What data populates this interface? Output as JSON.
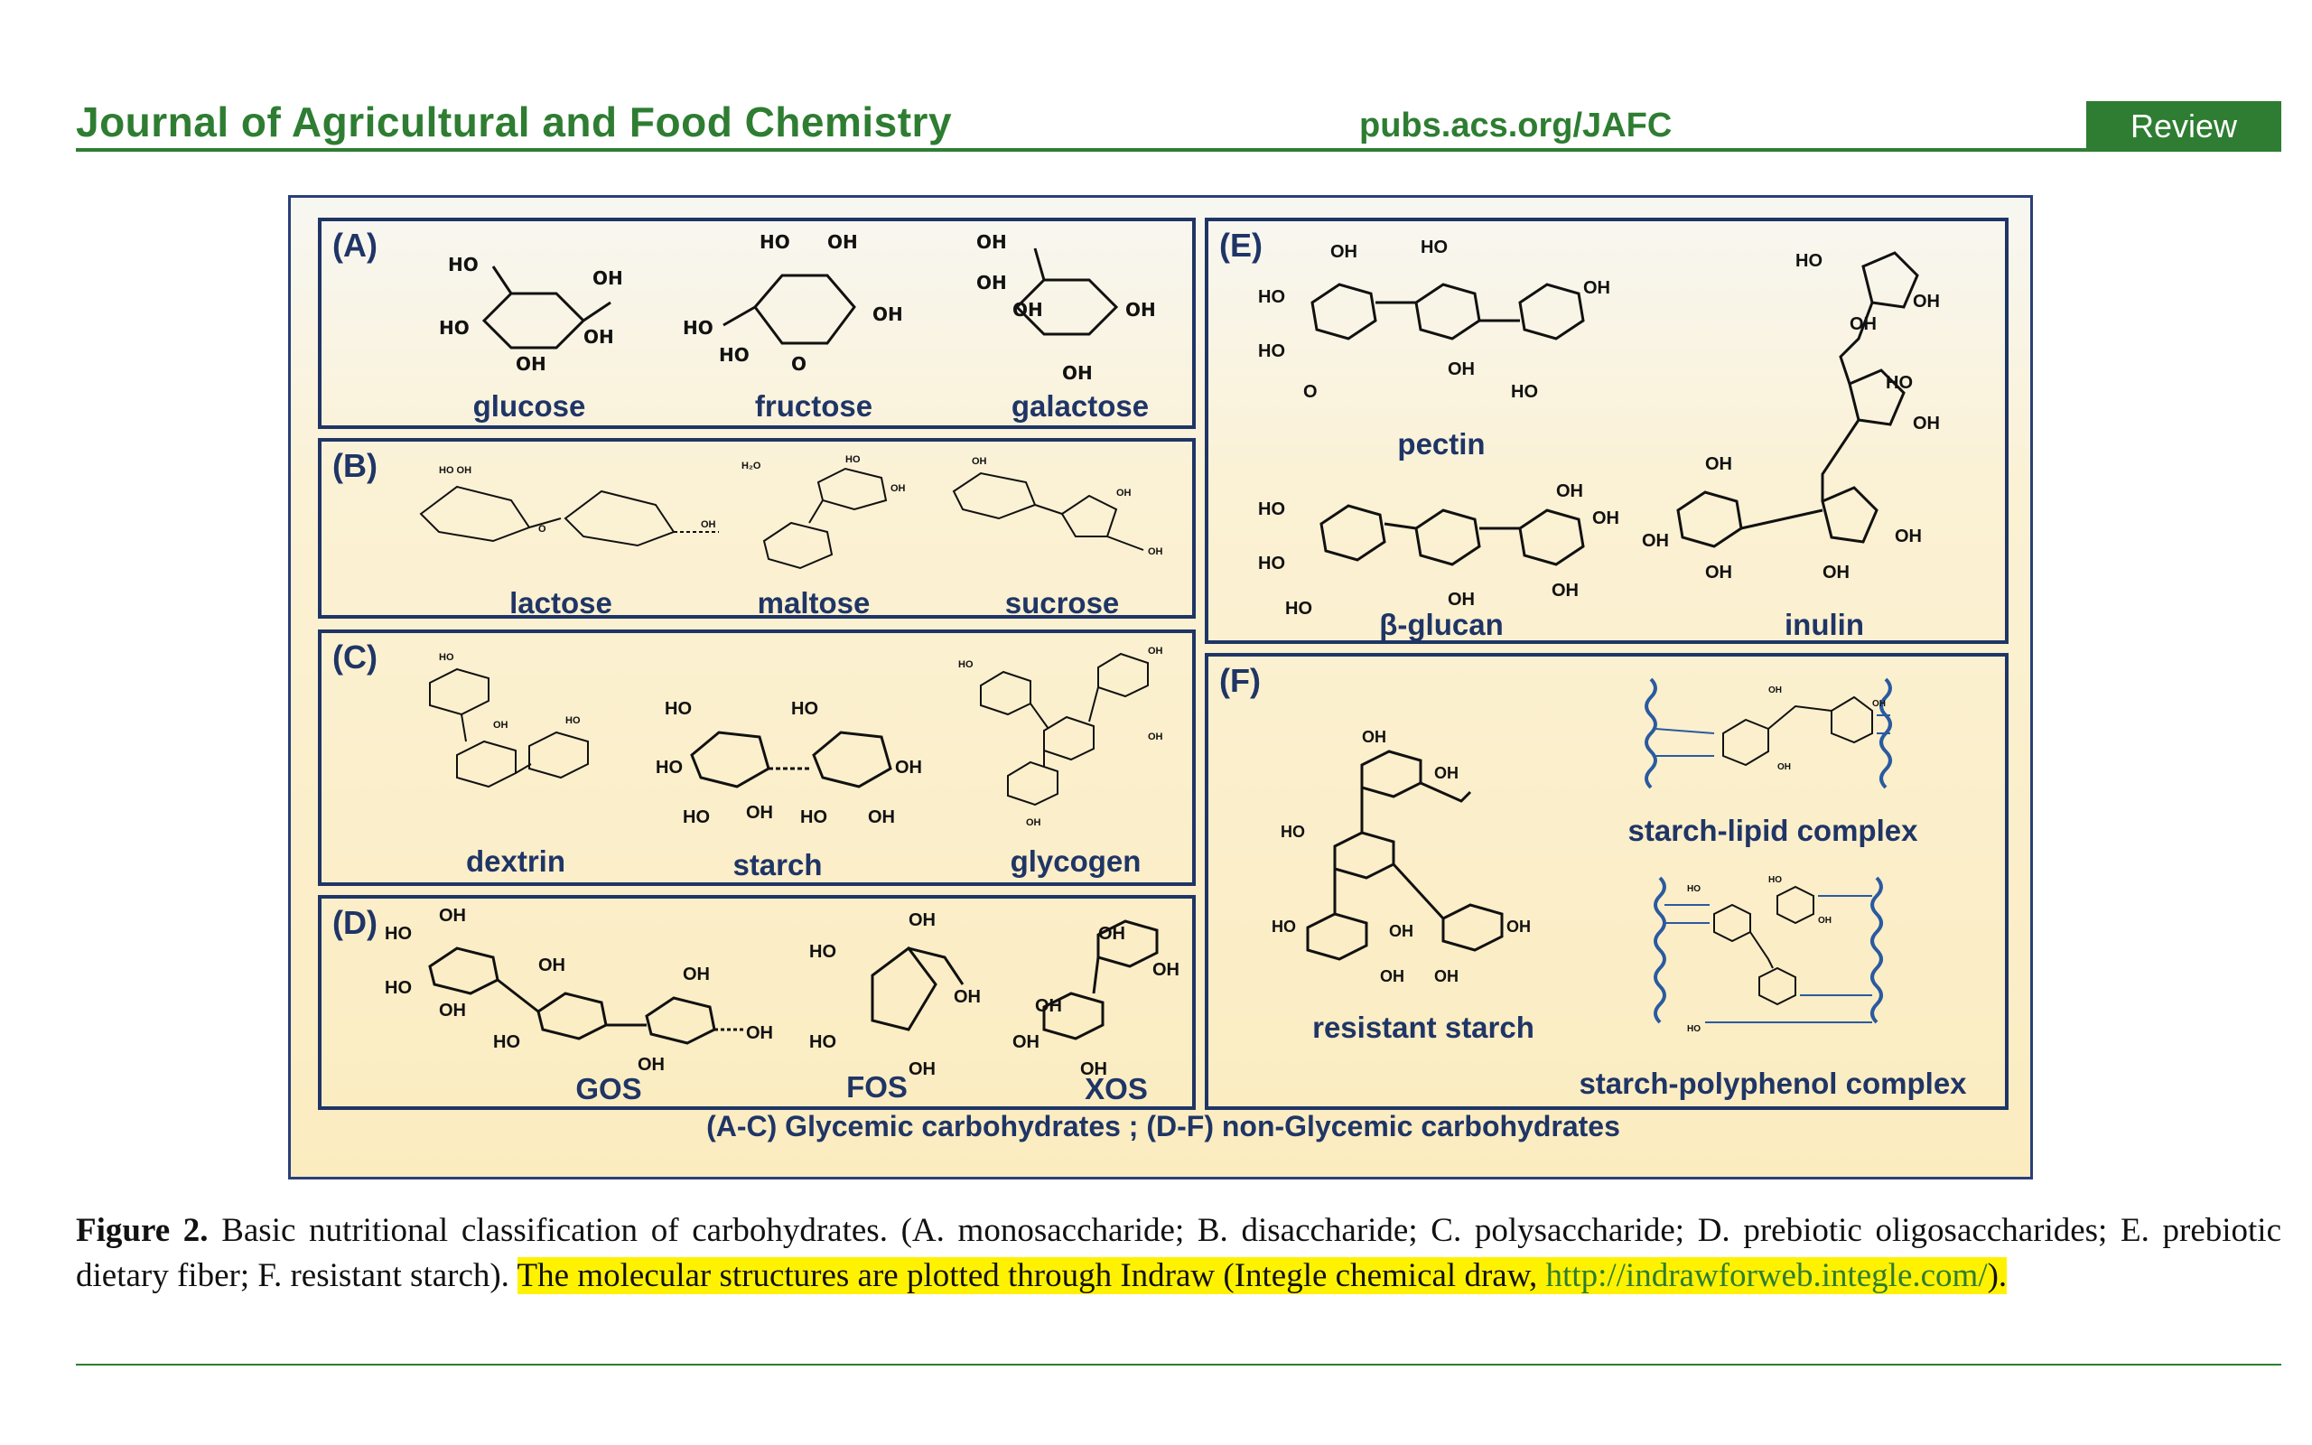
{
  "header": {
    "journal": "Journal of Agricultural and Food Chemistry",
    "url": "pubs.acs.org/JAFC",
    "badge": "Review"
  },
  "figure": {
    "panels": {
      "A": {
        "label": "(A)",
        "names": [
          "glucose",
          "fructose",
          "galactose"
        ]
      },
      "B": {
        "label": "(B)",
        "names": [
          "lactose",
          "maltose",
          "sucrose"
        ]
      },
      "C": {
        "label": "(C)",
        "names": [
          "dextrin",
          "starch",
          "glycogen"
        ]
      },
      "D": {
        "label": "(D)",
        "names": [
          "GOS",
          "FOS",
          "XOS"
        ]
      },
      "E": {
        "label": "(E)",
        "names": [
          "pectin",
          "β-glucan",
          "inulin"
        ]
      },
      "F": {
        "label": "(F)",
        "names": [
          "resistant starch",
          "starch-lipid complex",
          "starch-polyphenol complex"
        ]
      }
    },
    "footer": "(A-C) Glycemic carbohydrates ; (D-F) non-Glycemic carbohydrates"
  },
  "caption": {
    "label": "Figure 2.",
    "text": " Basic nutritional classification of carbohydrates. (A. monosaccharide; B. disaccharide; C. polysaccharide; D. prebiotic oligosaccharides; E. prebiotic dietary fiber; F. resistant starch). ",
    "highlight": "The molecular structures are plotted through Indraw (Integle chemical draw, ",
    "link": "http://indrawforweb.integle.com/",
    "end": ")."
  },
  "colors": {
    "green": "#2e7d32",
    "navy": "#1f3566",
    "highlight": "#fff200"
  }
}
